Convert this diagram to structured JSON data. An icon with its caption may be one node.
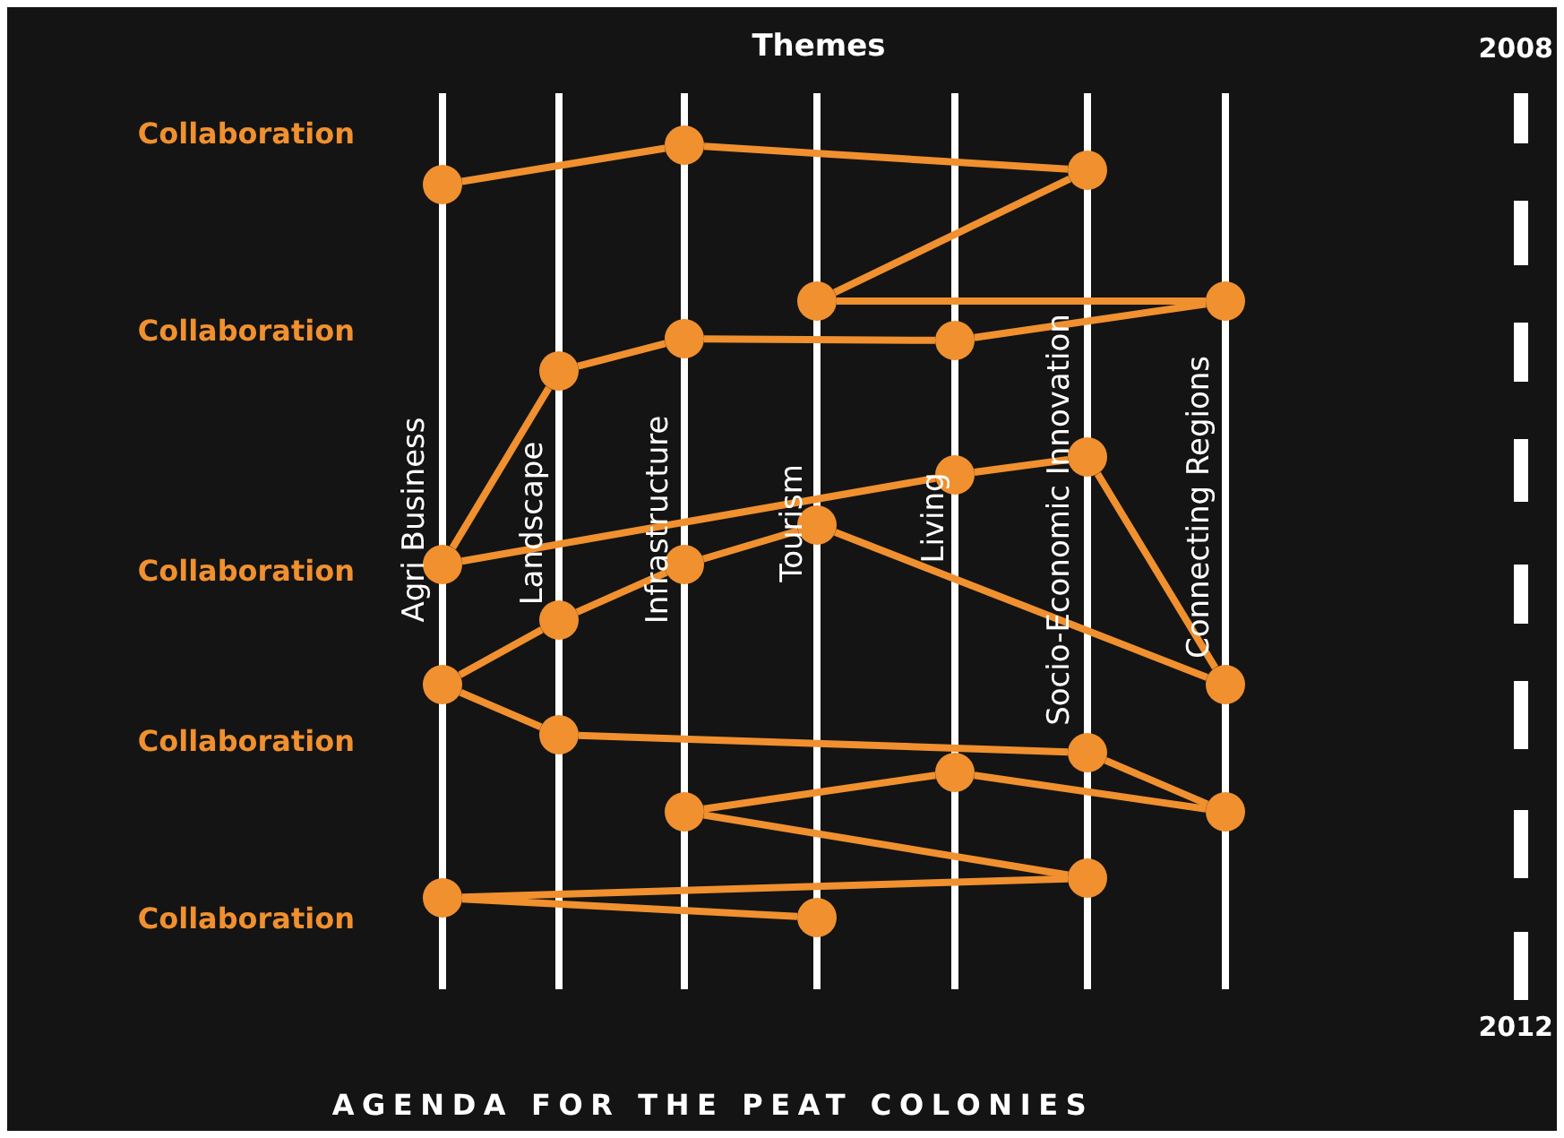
{
  "diagram": {
    "title": "Themes",
    "caption": "AGENDA FOR THE PEAT COLONIES",
    "nodes": [
      {
        "text": [],
        "shape": "circle"
      },
      {
        "text": [],
        "shape": "circle"
      },
      {
        "text": [],
        "shape": "circle"
      },
      {
        "text": [],
        "shape": "circle"
      },
      {
        "text": [],
        "shape": "circle"
      },
      {
        "text": [],
        "shape": "circle"
      },
      {
        "text": [],
        "shape": "circle"
      },
      {
        "text": [],
        "shape": "circle"
      },
      {
        "text": [],
        "shape": "circle"
      },
      {
        "text": [],
        "shape": "circle"
      },
      {
        "text": [],
        "shape": "circle"
      },
      {
        "text": [],
        "shape": "circle"
      },
      {
        "text": [],
        "shape": "circle"
      },
      {
        "text": [],
        "shape": "circle"
      },
      {
        "text": [],
        "shape": "circle"
      },
      {
        "text": [],
        "shape": "circle"
      },
      {
        "text": [],
        "shape": "circle"
      },
      {
        "text": [],
        "shape": "circle"
      },
      {
        "text": [],
        "shape": "circle"
      },
      {
        "text": [],
        "shape": "circle"
      },
      {
        "text": [],
        "shape": "circle"
      },
      {
        "text": [],
        "shape": "circle"
      },
      {
        "text": [],
        "shape": "circle"
      },
      {
        "text": [],
        "shape": "circle"
      }
    ],
    "edges": [
      {
        "from": 2,
        "to": 0,
        "arrow": "none"
      },
      {
        "from": 0,
        "to": 1,
        "arrow": "none"
      },
      {
        "from": 1,
        "to": 3,
        "arrow": "none"
      },
      {
        "from": 3,
        "to": 4,
        "arrow": "none"
      },
      {
        "from": 4,
        "to": 6,
        "arrow": "none"
      },
      {
        "from": 6,
        "to": 5,
        "arrow": "none"
      },
      {
        "from": 5,
        "to": 7,
        "arrow": "none"
      },
      {
        "from": 7,
        "to": 11,
        "arrow": "none"
      },
      {
        "from": 11,
        "to": 9,
        "arrow": "none"
      },
      {
        "from": 9,
        "to": 8,
        "arrow": "none"
      },
      {
        "from": 8,
        "to": 15,
        "arrow": "none"
      },
      {
        "from": 15,
        "to": 10,
        "arrow": "none"
      },
      {
        "from": 10,
        "to": 12,
        "arrow": "none"
      },
      {
        "from": 12,
        "to": 13,
        "arrow": "none"
      },
      {
        "from": 13,
        "to": 14,
        "arrow": "none"
      },
      {
        "from": 14,
        "to": 16,
        "arrow": "none"
      },
      {
        "from": 16,
        "to": 17,
        "arrow": "none"
      },
      {
        "from": 17,
        "to": 20,
        "arrow": "none"
      },
      {
        "from": 20,
        "to": 18,
        "arrow": "none"
      },
      {
        "from": 18,
        "to": 19,
        "arrow": "none"
      },
      {
        "from": 19,
        "to": 21,
        "arrow": "none"
      },
      {
        "from": 21,
        "to": 22,
        "arrow": "none"
      },
      {
        "from": 22,
        "to": 23,
        "arrow": "none"
      }
    ],
    "labels": [
      "Collaboration",
      "Collaboration",
      "Collaboration",
      "Collaboration",
      "Collaboration",
      "Agri Business",
      "Landscape",
      "Infrastructure",
      "Tourism",
      "Living",
      "Socio-Economic Innovation",
      "Connecting Regions",
      "2008",
      "2012"
    ]
  }
}
